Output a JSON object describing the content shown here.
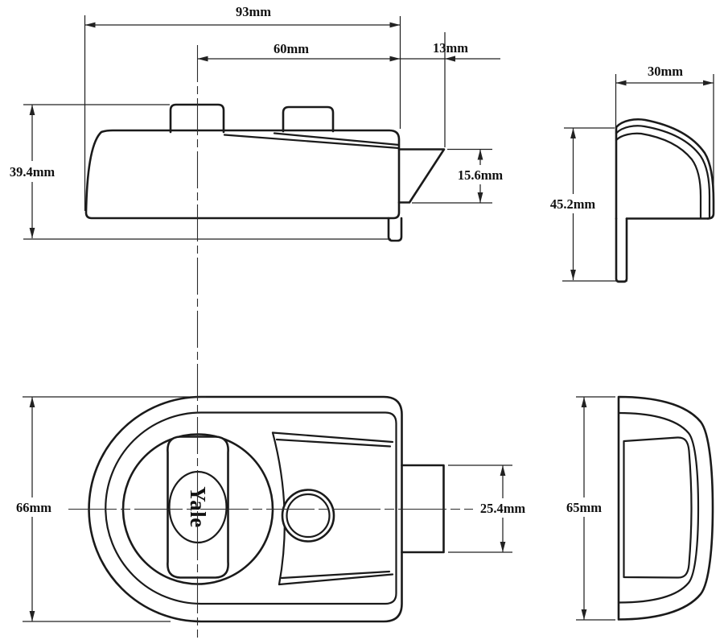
{
  "drawing": {
    "brand": "Yale",
    "unit": "mm",
    "colors": {
      "line": "#1a1a1a",
      "dimension": "#222222",
      "background": "#ffffff"
    },
    "views": {
      "side_elevation": {
        "dimensions": {
          "overall_width": "93mm",
          "backset": "60mm",
          "latch_projection": "13mm",
          "overall_height": "39.4mm",
          "latch_height": "15.6mm"
        }
      },
      "end_elevation": {
        "dimensions": {
          "depth": "30mm",
          "overall_height": "45.2mm"
        }
      },
      "front_face": {
        "dimensions": {
          "overall_height": "66mm",
          "cylinder_housing_height": "25.4mm"
        }
      },
      "side_profile": {
        "dimensions": {
          "overall_height": "65mm"
        }
      }
    }
  }
}
